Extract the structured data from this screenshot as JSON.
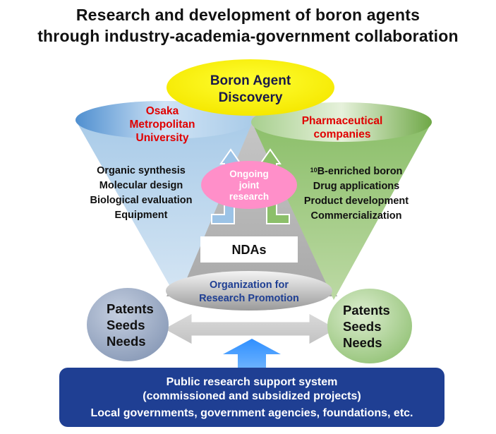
{
  "title": {
    "line1": "Research and development of boron agents",
    "line2": "through industry-academia-government collaboration"
  },
  "top_ellipse": {
    "line1": "Boron Agent",
    "line2": "Discovery"
  },
  "university": {
    "line1": "Osaka",
    "line2": "Metropolitan",
    "line3": "University"
  },
  "pharma": {
    "line1": "Pharmaceutical",
    "line2": "companies"
  },
  "university_activities": [
    "Organic synthesis",
    "Molecular design",
    "Biological evaluation",
    "Equipment"
  ],
  "pharma_activities": {
    "item1_sup": "10",
    "item1": "B-enriched boron",
    "item2": "Drug applications",
    "item3": "Product development",
    "item4": "Commercialization"
  },
  "joint_research": {
    "line1": "Ongoing",
    "line2": "joint",
    "line3": "research"
  },
  "ndas": "NDAs",
  "organization": {
    "line1": "Organization for",
    "line2": "Research Promotion"
  },
  "left_circle": [
    "Patents",
    "Seeds",
    "Needs"
  ],
  "right_circle": [
    "Patents",
    "Seeds",
    "Needs"
  ],
  "support_system": {
    "line1": "Public research support system",
    "line2": "(commissioned and subsidized projects)",
    "line3": "Local governments, government agencies, foundations, etc."
  },
  "colors": {
    "university_red": "#e00000",
    "navy_text": "#1f3f93",
    "top_ellipse": "#ffff00",
    "joint_pink": "#ff88c8",
    "bottom_box": "#1f3f93"
  }
}
